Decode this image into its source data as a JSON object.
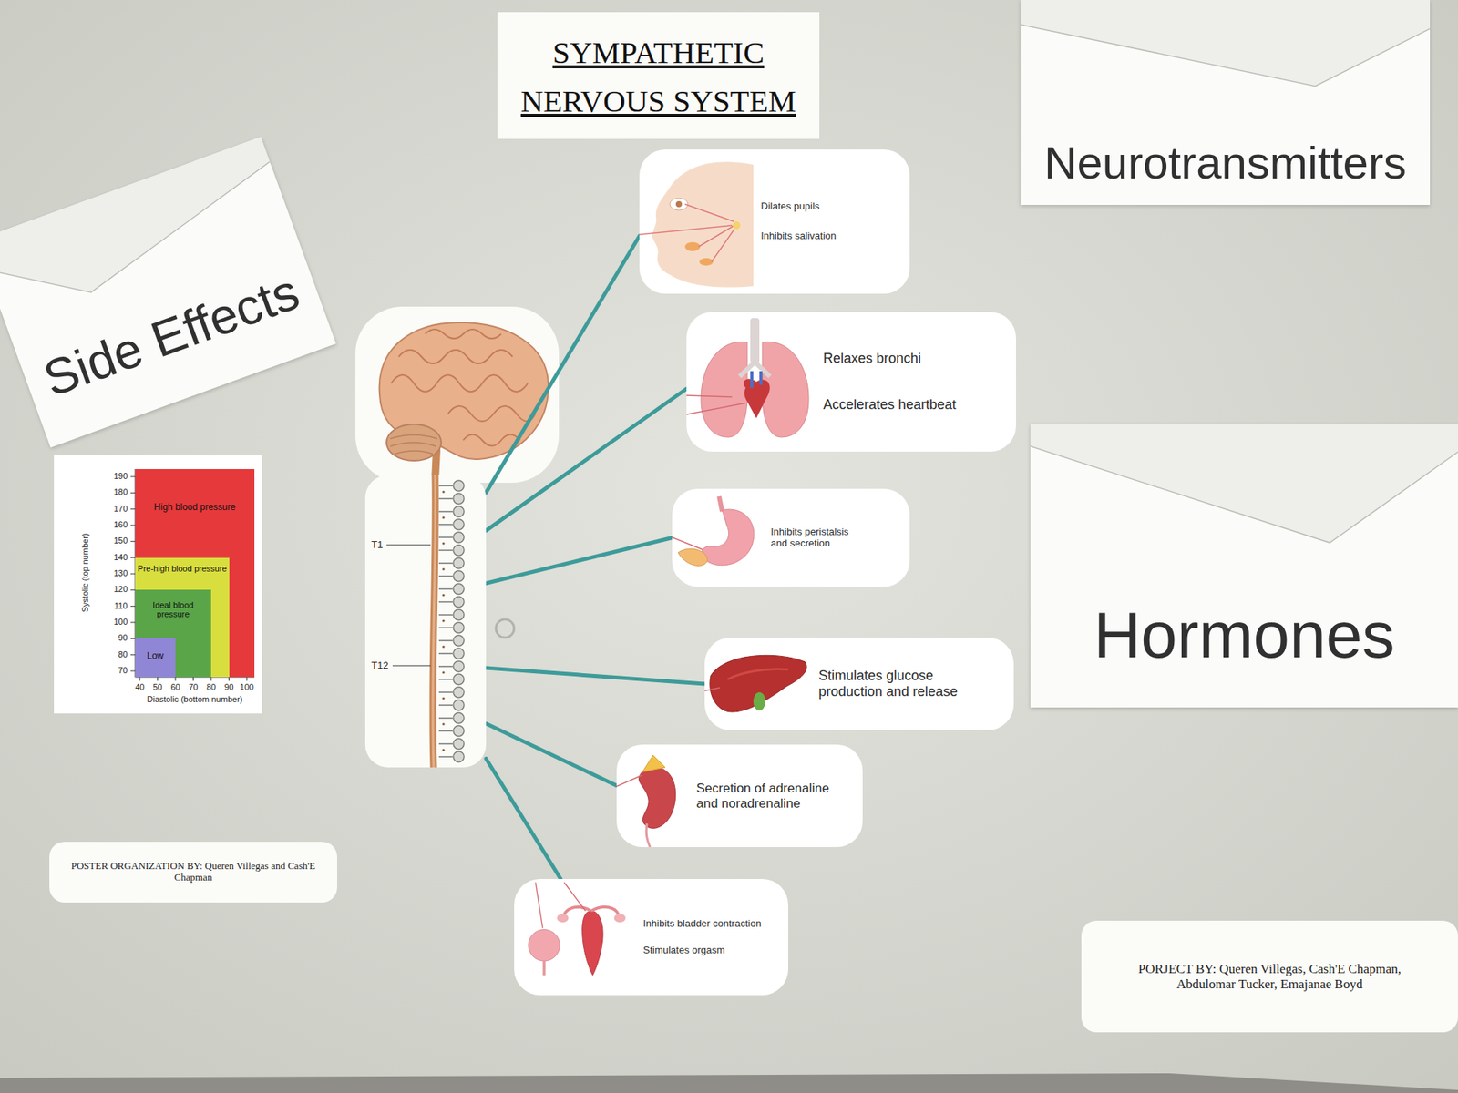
{
  "diagram": {
    "title": "SYMPATHETIC NERVOUS SYSTEM",
    "nodes": [
      {
        "text": [
          "Neurotransmitters"
        ]
      },
      {
        "text": [
          "Dilates pupils",
          "Inhibits salivation"
        ]
      },
      {
        "text": [
          "Side Effects"
        ]
      },
      {
        "text": [
          "Relaxes bronchi",
          "Accelerates heartbeat"
        ]
      },
      {
        "text": [
          "Hormones"
        ]
      },
      {
        "text": [
          "High blood pressure"
        ]
      },
      {
        "text": [
          "Pre-high blood pressure"
        ],
        "in": 5
      },
      {
        "text": [
          "Ideal blood pressure"
        ],
        "in": 6
      },
      {
        "text": [
          "Low"
        ],
        "in": 7
      },
      {
        "text": [
          "T1",
          "T12"
        ]
      },
      {
        "text": [
          "Inhibits peristalsis and secretion"
        ]
      },
      {
        "text": [
          "Stimulates glucose production and release"
        ]
      },
      {
        "text": [
          "Secretion of adrenaline and noradrenaline"
        ]
      },
      {
        "text": [
          "POSTER ORGANIZATION BY: Queren Villegas and Cash'E Chapman"
        ]
      },
      {
        "text": [
          "Inhibits bladder contraction",
          "Stimulates orgasm"
        ]
      },
      {
        "text": [
          "PORJECT BY: Queren Villegas, Cash'E Chapman, Abdulomar Tucker, Emajanae Boyd"
        ]
      }
    ],
    "edges": [
      {
        "from": 9,
        "to": 1,
        "arrow": "none"
      },
      {
        "from": 9,
        "to": 3,
        "arrow": "none"
      },
      {
        "from": 9,
        "to": 10,
        "arrow": "none"
      },
      {
        "from": 9,
        "to": 11,
        "arrow": "none"
      },
      {
        "from": 9,
        "to": 12,
        "arrow": "none"
      },
      {
        "from": 9,
        "to": 14,
        "arrow": "none"
      }
    ],
    "labels": [
      "Systolic (top number)",
      "190",
      "180",
      "170",
      "160",
      "150",
      "140",
      "130",
      "120",
      "110",
      "100",
      "90",
      "80",
      "70",
      "40",
      "50",
      "60",
      "70",
      "80",
      "90",
      "100",
      "Diastolic (bottom number)"
    ]
  }
}
